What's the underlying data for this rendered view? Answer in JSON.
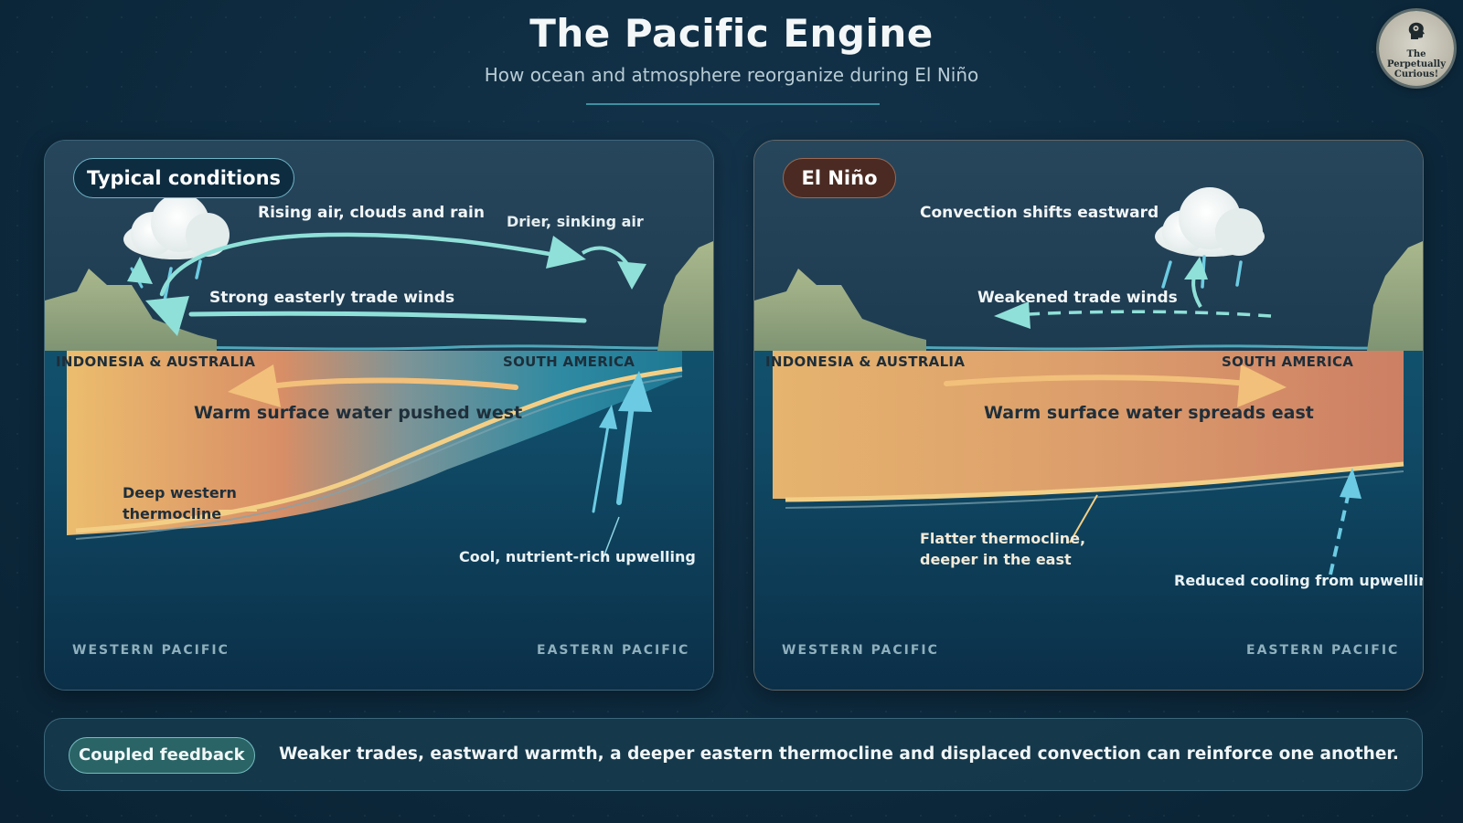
{
  "header": {
    "title": "The Pacific Engine",
    "subtitle": "How ocean and atmosphere reorganize during El Niño"
  },
  "logo": {
    "text": "The Perpetually Curious!"
  },
  "panels": {
    "typical": {
      "badge": "Typical conditions",
      "rising_air": "Rising air, clouds and rain",
      "sinking_air": "Drier, sinking air",
      "trade_winds": "Strong easterly trade winds",
      "west_land": "INDONESIA & AUSTRALIA",
      "east_land": "SOUTH AMERICA",
      "warm_water": "Warm surface water pushed west",
      "thermocline": [
        "Deep western",
        "thermocline"
      ],
      "upwelling": "Cool, nutrient-rich upwelling",
      "footer_west": "WESTERN PACIFIC",
      "footer_east": "EASTERN PACIFIC"
    },
    "elnino": {
      "badge": "El Niño",
      "convection": "Convection shifts eastward",
      "trade_winds": "Weakened trade winds",
      "west_land": "INDONESIA & AUSTRALIA",
      "east_land": "SOUTH AMERICA",
      "warm_water": "Warm surface water spreads east",
      "thermocline": [
        "Flatter thermocline,",
        "deeper in the east"
      ],
      "upwelling": "Reduced cooling from upwelling",
      "footer_west": "WESTERN PACIFIC",
      "footer_east": "EASTERN PACIFIC"
    }
  },
  "feedback": {
    "tag": "Coupled feedback",
    "text": "Weaker trades, eastward warmth, a deeper eastern thermocline and displaced convection can reinforce one another."
  },
  "colors": {
    "warm_water": "#e8b46a",
    "warm_hot": "#d98a66",
    "wind_arrow": "#8fe0d8",
    "upwelling_arrow": "#6ccbe2",
    "thermocline": "#f2cf86",
    "ocean_deep": "#0d3f5c"
  }
}
